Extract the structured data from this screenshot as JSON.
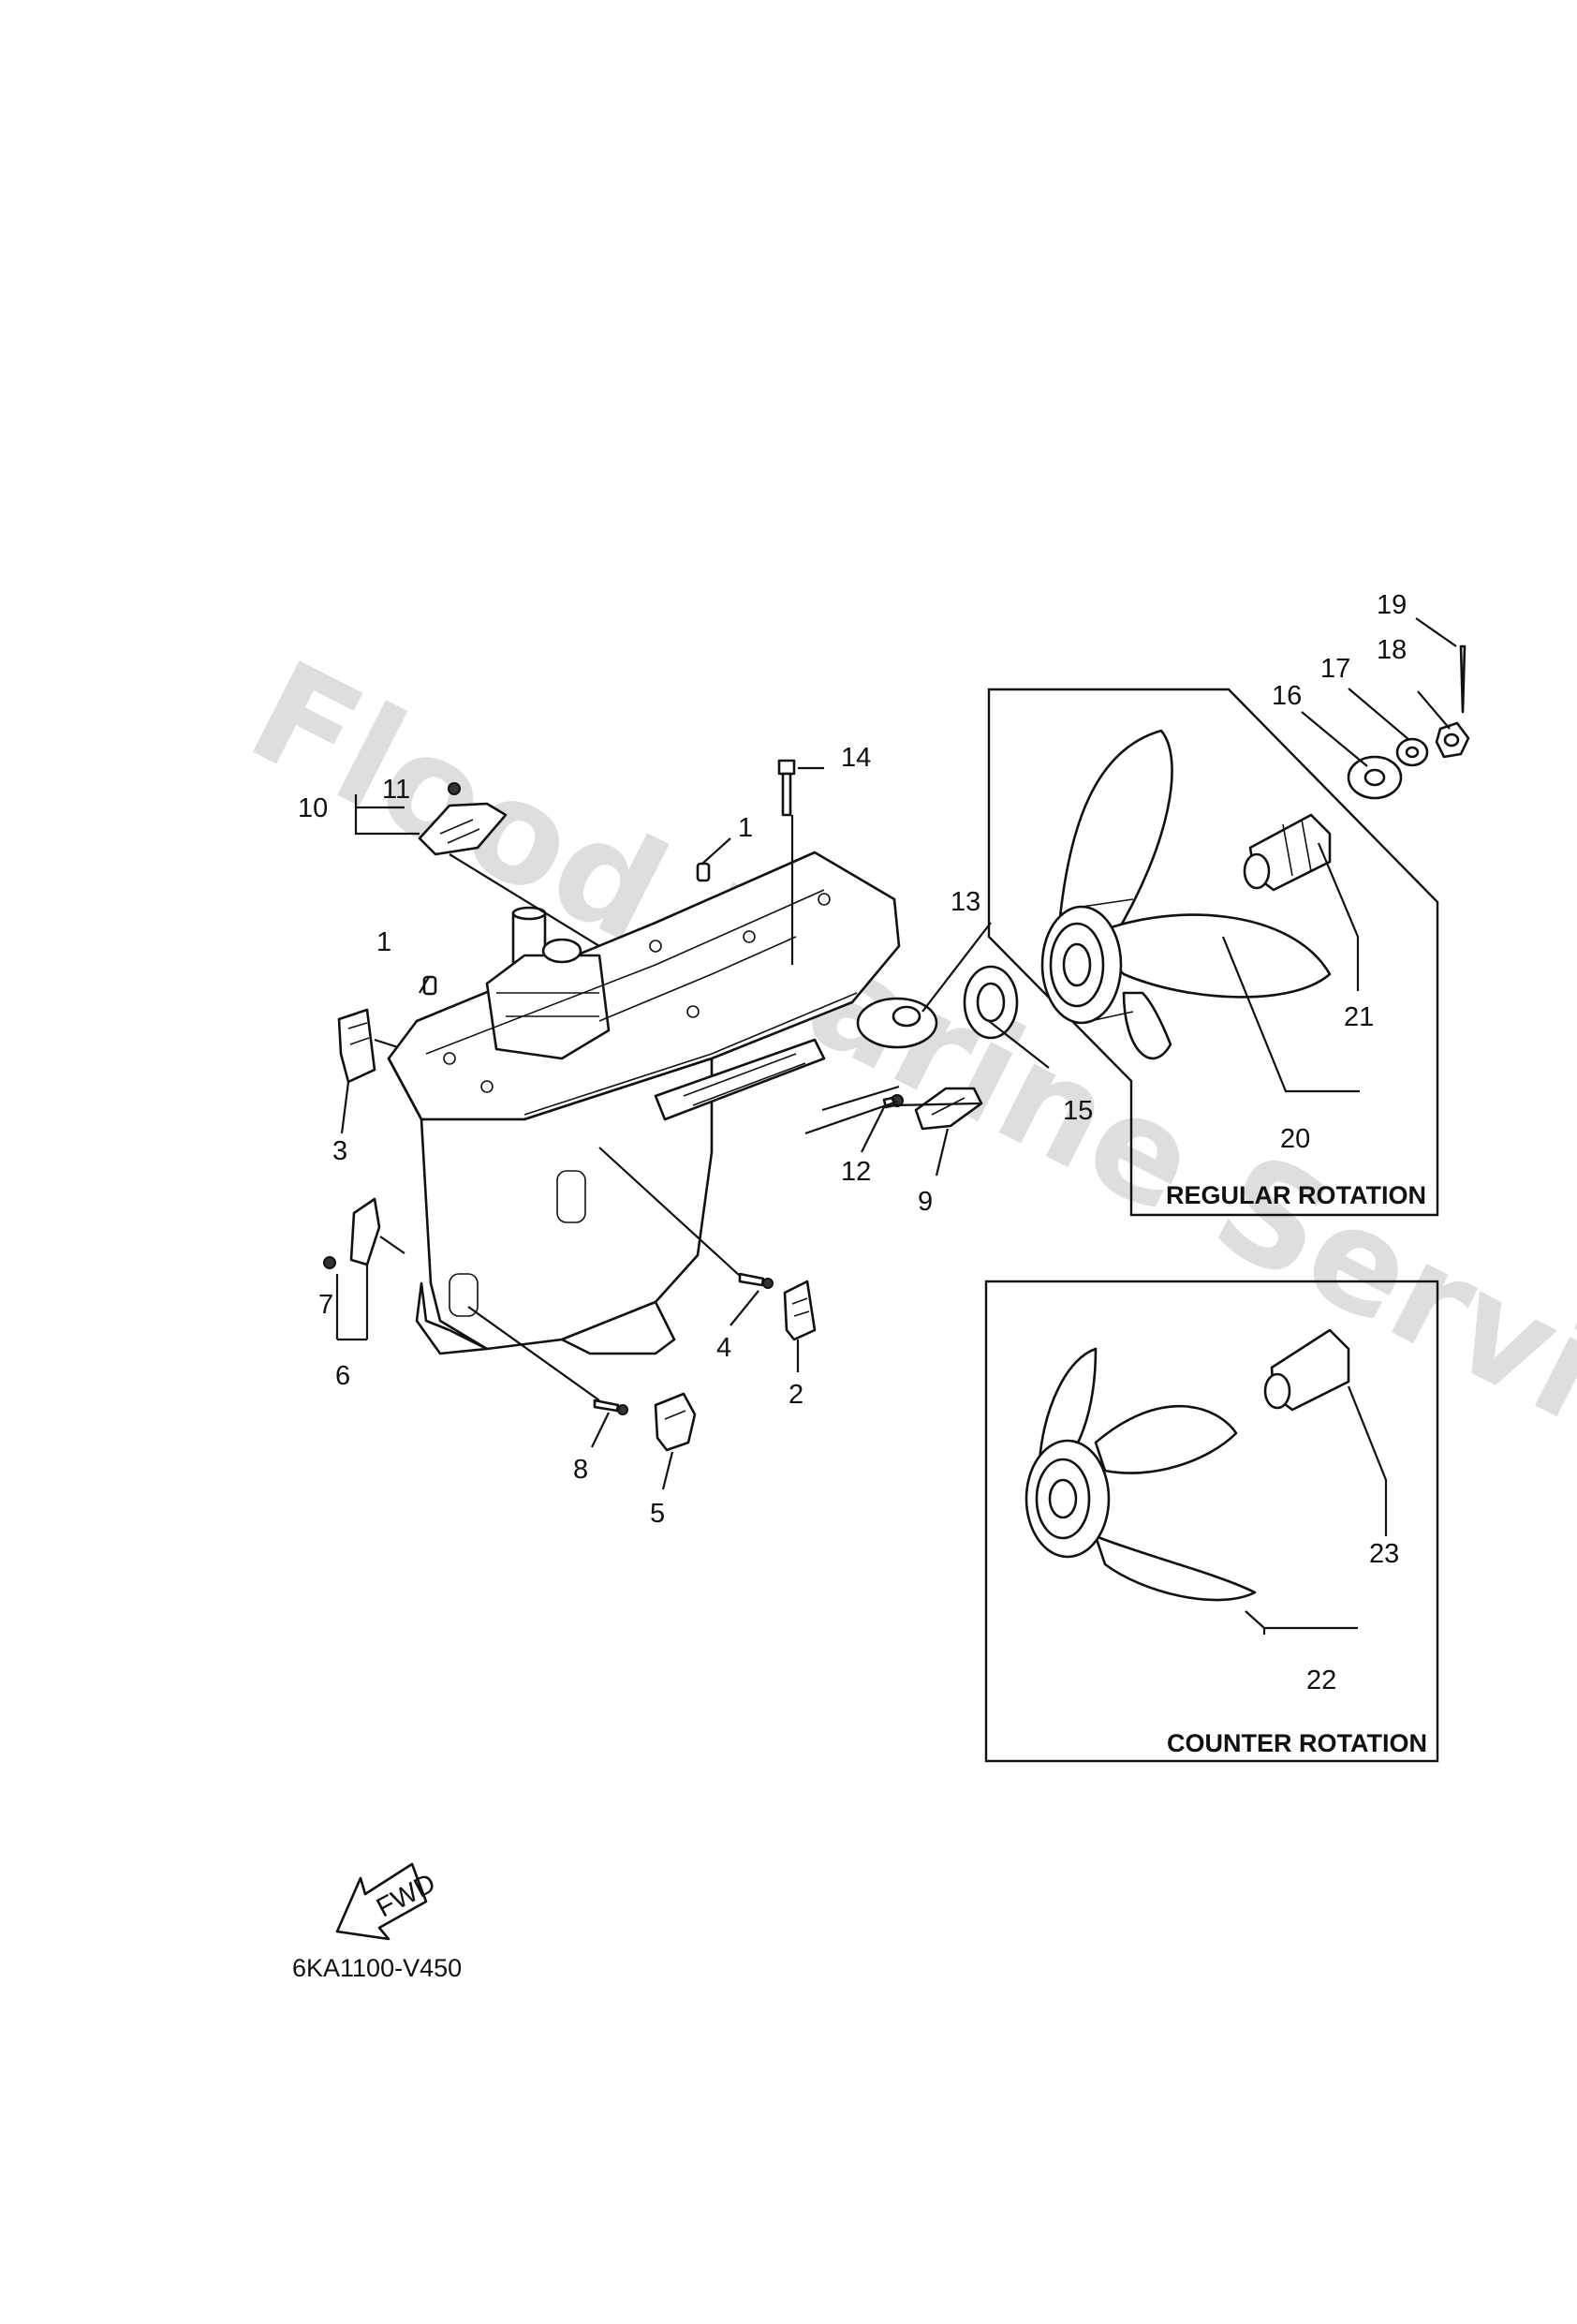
{
  "watermark": "Flood Marine Services",
  "diagram_code": "6KA1100-V450",
  "fwd_label": "FWD",
  "boxes": {
    "regular": "REGULAR ROTATION",
    "counter": "COUNTER ROTATION"
  },
  "callouts": {
    "c1a": "1",
    "c1b": "1",
    "c2": "2",
    "c3": "3",
    "c4": "4",
    "c5": "5",
    "c6": "6",
    "c7": "7",
    "c8": "8",
    "c9": "9",
    "c10": "10",
    "c11": "11",
    "c12": "12",
    "c13": "13",
    "c14": "14",
    "c15": "15",
    "c16": "16",
    "c17": "17",
    "c18": "18",
    "c19": "19",
    "c20": "20",
    "c21": "21",
    "c22": "22",
    "c23": "23"
  }
}
